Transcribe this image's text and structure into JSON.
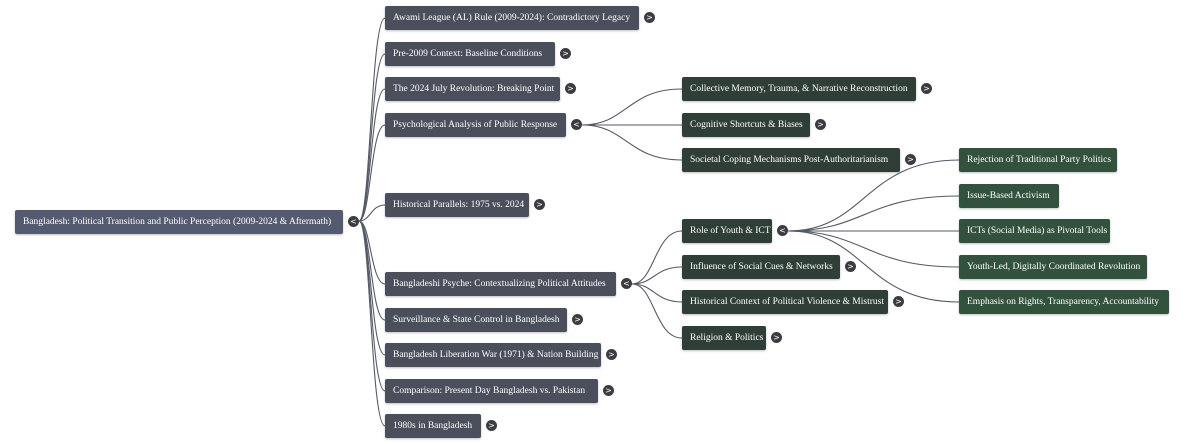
{
  "root": {
    "label": "Bangladesh: Political Transition and Public Perception (2009-2024 & Aftermath)",
    "toggle": "<"
  },
  "level1": [
    {
      "label": "Awami League (AL) Rule (2009-2024): Contradictory Legacy",
      "toggle": ">"
    },
    {
      "label": "Pre-2009 Context: Baseline Conditions",
      "toggle": ">"
    },
    {
      "label": "The 2024 July Revolution: Breaking Point",
      "toggle": ">"
    },
    {
      "label": "Psychological Analysis of Public Response",
      "toggle": "<"
    },
    {
      "label": "Historical Parallels: 1975 vs. 2024",
      "toggle": ">"
    },
    {
      "label": "Bangladeshi Psyche: Contextualizing Political Attitudes",
      "toggle": "<"
    },
    {
      "label": "Surveillance & State Control in Bangladesh",
      "toggle": ">"
    },
    {
      "label": "Bangladesh Liberation War (1971) & Nation Building",
      "toggle": ">"
    },
    {
      "label": "Comparison: Present Day Bangladesh vs. Pakistan",
      "toggle": ">"
    },
    {
      "label": "1980s in Bangladesh",
      "toggle": ">"
    }
  ],
  "psych_children": [
    {
      "label": "Collective Memory, Trauma, & Narrative Reconstruction",
      "toggle": ">"
    },
    {
      "label": "Cognitive Shortcuts & Biases",
      "toggle": ">"
    },
    {
      "label": "Societal Coping Mechanisms Post-Authoritarianism",
      "toggle": ">"
    }
  ],
  "psyche_children": [
    {
      "label": "Role of Youth & ICT",
      "toggle": "<"
    },
    {
      "label": "Influence of Social Cues & Networks",
      "toggle": ">"
    },
    {
      "label": "Historical Context of Political Violence & Mistrust",
      "toggle": ">"
    },
    {
      "label": "Religion & Politics",
      "toggle": ">"
    }
  ],
  "youth_children": [
    {
      "label": "Rejection of Traditional Party Politics"
    },
    {
      "label": "Issue-Based Activism"
    },
    {
      "label": "ICTs (Social Media) as Pivotal Tools"
    },
    {
      "label": "Youth-Led, Digitally Coordinated Revolution"
    },
    {
      "label": "Emphasis on Rights, Transparency, Accountability"
    }
  ],
  "colors": {
    "root": "#545b71",
    "level1": "#4a4f5b",
    "level2": "#2f3e36",
    "level3": "#33523d",
    "edge": "#555a66"
  }
}
